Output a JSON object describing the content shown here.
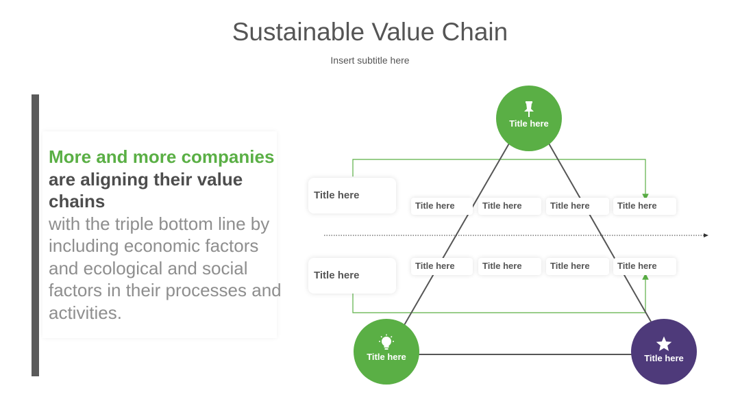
{
  "header": {
    "title": "Sustainable Value Chain",
    "subtitle": "Insert subtitle here"
  },
  "statement": {
    "line_green": "More and more companies",
    "line_dark": "are aligning their value chains",
    "line_gray": "with the triple bottom line by including economic factors and ecological and social factors in their processes and activities."
  },
  "nodes": {
    "top": {
      "label": "Title here",
      "icon": "pushpin-icon",
      "color": "#5aaf45"
    },
    "bottom_left": {
      "label": "Title here",
      "icon": "lightbulb-icon",
      "color": "#5aaf45"
    },
    "bottom_right": {
      "label": "Title here",
      "icon": "star-icon",
      "color": "#4e3a7a"
    }
  },
  "side_boxes": [
    {
      "label": "Title here"
    },
    {
      "label": "Title here"
    }
  ],
  "upper_row": [
    {
      "label": "Title here"
    },
    {
      "label": "Title here"
    },
    {
      "label": "Title here"
    },
    {
      "label": "Title here"
    }
  ],
  "lower_row": [
    {
      "label": "Title here"
    },
    {
      "label": "Title here"
    },
    {
      "label": "Title here"
    },
    {
      "label": "Title here"
    }
  ],
  "colors": {
    "accent_green": "#5aaf45",
    "accent_purple": "#4e3a7a",
    "text_dark": "#4d4d4d",
    "text_gray": "#8e8e8e"
  }
}
